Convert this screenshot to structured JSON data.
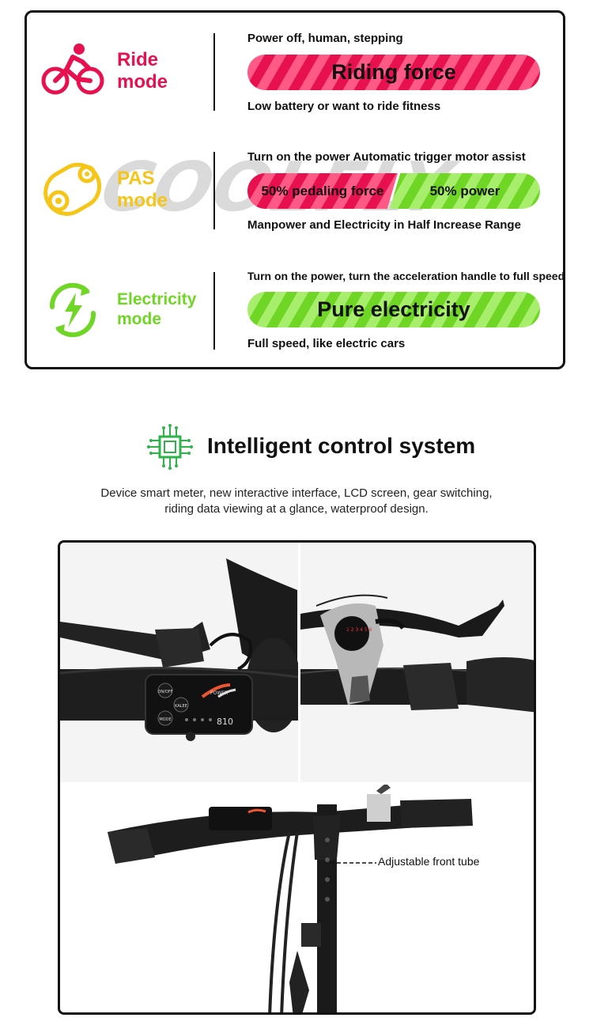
{
  "watermark": "COOLFLY",
  "modes": [
    {
      "label_line1": "Ride",
      "label_line2": "mode",
      "icon": "cyclist-icon",
      "color": "#e8114f",
      "top_text": "Power off, human, stepping",
      "bar_text": "Riding force",
      "bottom_text": "Low battery or want to ride fitness"
    },
    {
      "label_line1": "PAS",
      "label_line2": "mode",
      "icon": "gear-chain-icon",
      "color": "#f5c518",
      "top_text": "Turn on the power Automatic trigger motor assist",
      "bar_left_text": "50% pedaling force",
      "bar_right_text": "50% power",
      "bottom_text": "Manpower and Electricity in Half Increase Range"
    },
    {
      "label_line1": "Electricity",
      "label_line2": "mode",
      "icon": "lightning-recycle-icon",
      "color": "#6fd626",
      "top_text": "Turn on the power, turn the acceleration handle to full speed",
      "bar_text": "Pure electricity",
      "bottom_text": "Full speed, like electric cars"
    }
  ],
  "control_section": {
    "icon": "circuit-chip-icon",
    "title": "Intelligent control system",
    "description": "Device smart meter, new interactive interface, LCD screen, gear switching, riding data viewing at a glance, waterproof design."
  },
  "photos": {
    "display_buttons": [
      "ON/OFF",
      "KALEE",
      "MODE"
    ],
    "display_power_label": "POWER",
    "display_model": "810",
    "callout": "Adjustable front tube"
  }
}
